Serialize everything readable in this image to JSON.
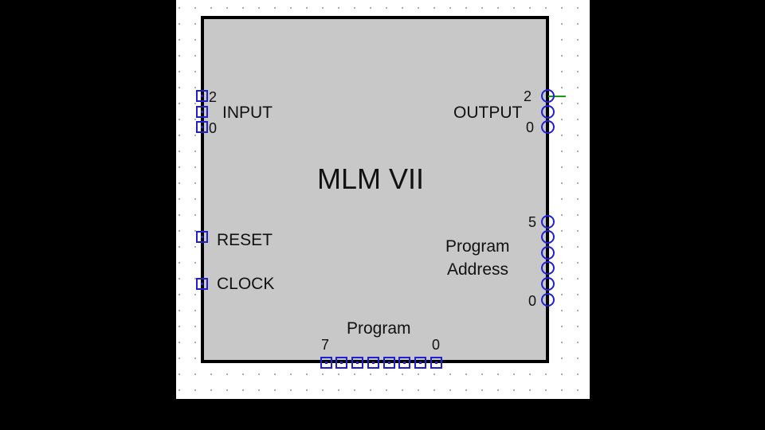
{
  "component": {
    "title": "MLM VII",
    "input": {
      "label": "INPUT",
      "msb": "2",
      "lsb": "0"
    },
    "output": {
      "label": "OUTPUT",
      "msb": "2",
      "lsb": "0"
    },
    "reset": {
      "label": "RESET"
    },
    "clock": {
      "label": "CLOCK"
    },
    "program_address": {
      "label_line1": "Program",
      "label_line2": "Address",
      "msb": "5",
      "lsb": "0"
    },
    "program": {
      "label": "Program",
      "msb": "7",
      "lsb": "0"
    }
  },
  "colors": {
    "background": "#000000",
    "canvas": "#ffffff",
    "chip_fill": "#c8c8c8",
    "chip_border": "#000000",
    "pin": "#1f1fd6",
    "wire": "#1a9a1a"
  },
  "icons": {
    "input_pin": "square-pin-icon",
    "output_pin": "circle-pin-icon"
  }
}
